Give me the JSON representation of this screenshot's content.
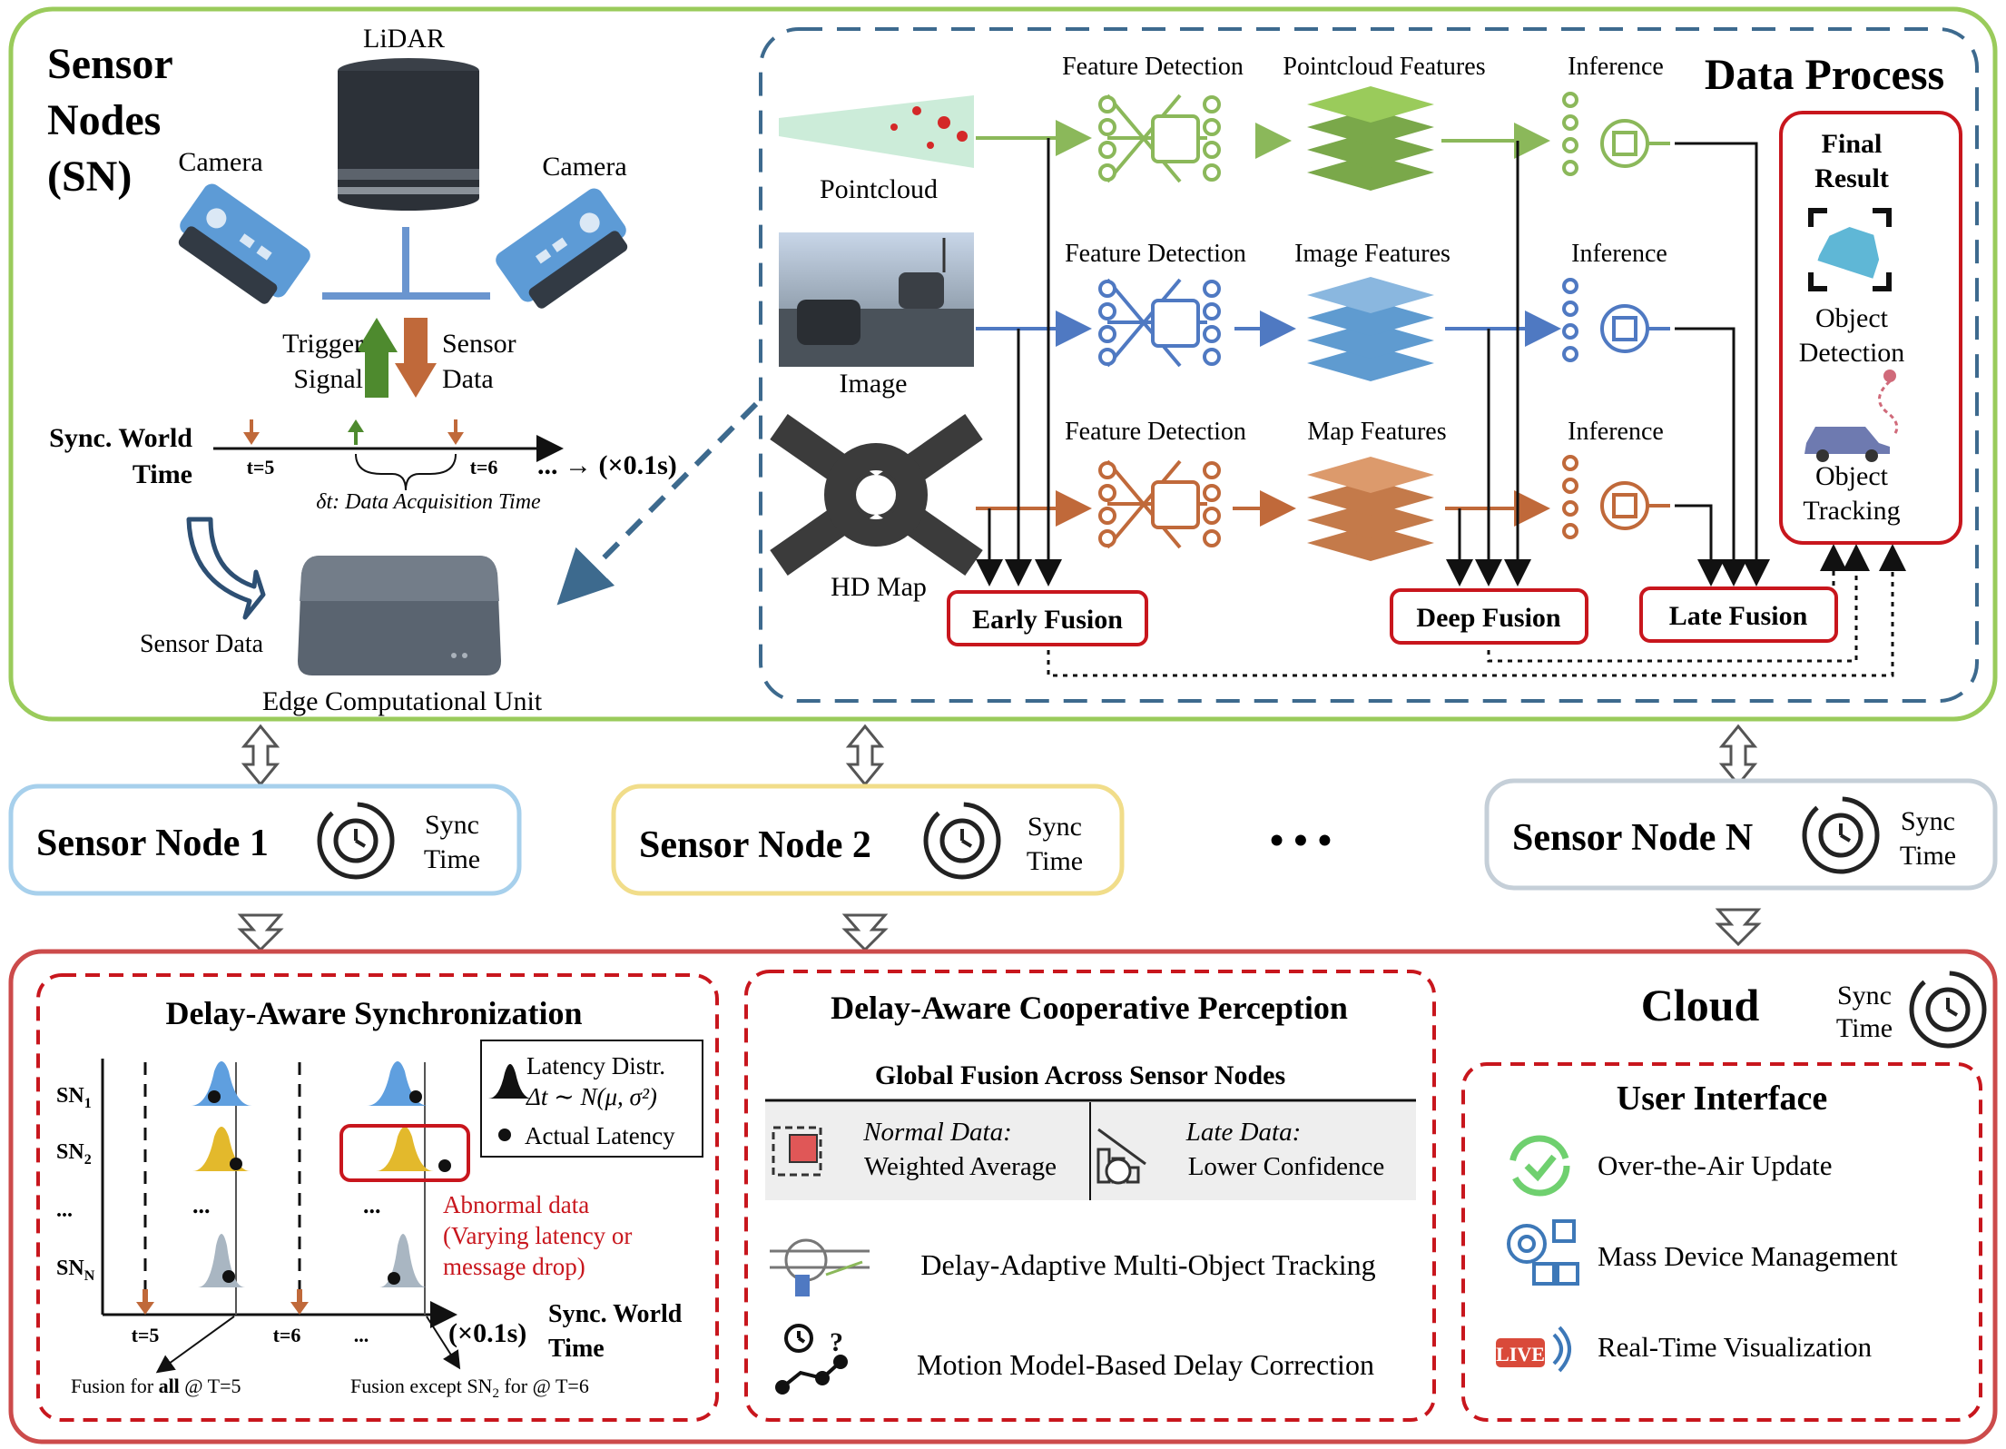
{
  "sensor_nodes": {
    "title_lines": [
      "Sensor",
      "Nodes",
      "(SN)"
    ],
    "lidar": "LiDAR",
    "camera_left": "Camera",
    "camera_right": "Camera",
    "trigger_lines": [
      "Trigger",
      "Signal"
    ],
    "sensor_data_lines": [
      "Sensor",
      "Data"
    ],
    "sync_world_time_lines": [
      "Sync. World",
      "Time"
    ],
    "tick_t5": "t=5",
    "tick_t6": "t=6",
    "axis_ellipsis": "... → (×0.1s)",
    "acq_time": "δt: Data Acquisition Time",
    "sensor_data_arrow_label": "Sensor Data",
    "edge_unit": "Edge Computational Unit"
  },
  "data_process": {
    "title": "Data Process",
    "inputs": [
      "Pointcloud",
      "Image",
      "HD Map"
    ],
    "feature_detection": "Feature Detection",
    "features": [
      "Pointcloud Features",
      "Image Features",
      "Map Features"
    ],
    "inference": "Inference",
    "early_fusion": "Early Fusion",
    "deep_fusion": "Deep Fusion",
    "late_fusion": "Late Fusion",
    "final_result_lines": [
      "Final",
      "Result"
    ],
    "object_detection_lines": [
      "Object",
      "Detection"
    ],
    "object_tracking_lines": [
      "Object",
      "Tracking"
    ]
  },
  "nodes": {
    "node1": "Sensor Node 1",
    "node2": "Sensor Node 2",
    "nodeN": "Sensor Node N",
    "sync_lines": [
      "Sync",
      "Time"
    ],
    "ellipsis": "• • •"
  },
  "das": {
    "title": "Delay-Aware Synchronization",
    "rows": [
      "SN",
      "SN",
      "...",
      "SN"
    ],
    "row_subs": [
      "1",
      "2",
      "",
      "N"
    ],
    "dots": "...",
    "legend_latency_lines": [
      "Latency Distr.",
      "Δt ∼ N(μ, σ²)"
    ],
    "legend_actual": "Actual Latency",
    "abnormal_lines": [
      "Abnormal data",
      "(Varying latency or",
      "message drop)"
    ],
    "tick_t5": "t=5",
    "tick_t6": "t=6",
    "tick_dots": "...",
    "axis_unit": "(×0.1s)",
    "sync_world_time_lines": [
      "Sync. World",
      "Time"
    ],
    "fusion_all_pre": "Fusion for ",
    "fusion_all_bold": "all",
    "fusion_all_post": " @ T=5",
    "fusion_except": "Fusion except SN",
    "fusion_except_sub": "2",
    "fusion_except_post": " for @ T=6"
  },
  "dacp": {
    "title": "Delay-Aware Cooperative Perception",
    "subtitle": "Global Fusion Across Sensor Nodes",
    "normal_lines": [
      "Normal Data:",
      "Weighted Average"
    ],
    "late_lines": [
      "Late Data:",
      "Lower Confidence"
    ],
    "tracking": "Delay-Adaptive Multi-Object Tracking",
    "correction": "Motion Model-Based Delay Correction"
  },
  "cloud": {
    "title": "Cloud",
    "sync_lines": [
      "Sync",
      "Time"
    ],
    "ui_title": "User Interface",
    "items": [
      "Over-the-Air Update",
      "Mass Device Management",
      "Real-Time Visualization"
    ],
    "live_badge": "LIVE"
  },
  "colors": {
    "green_frame": "#9acb5b",
    "blue_dash": "#3d6a8e",
    "red_frame": "#cc4b4b",
    "red_label": "#c8161d",
    "pc_green": "#8bb85a",
    "img_blue": "#4f79c2",
    "map_orange": "#c0693a"
  }
}
